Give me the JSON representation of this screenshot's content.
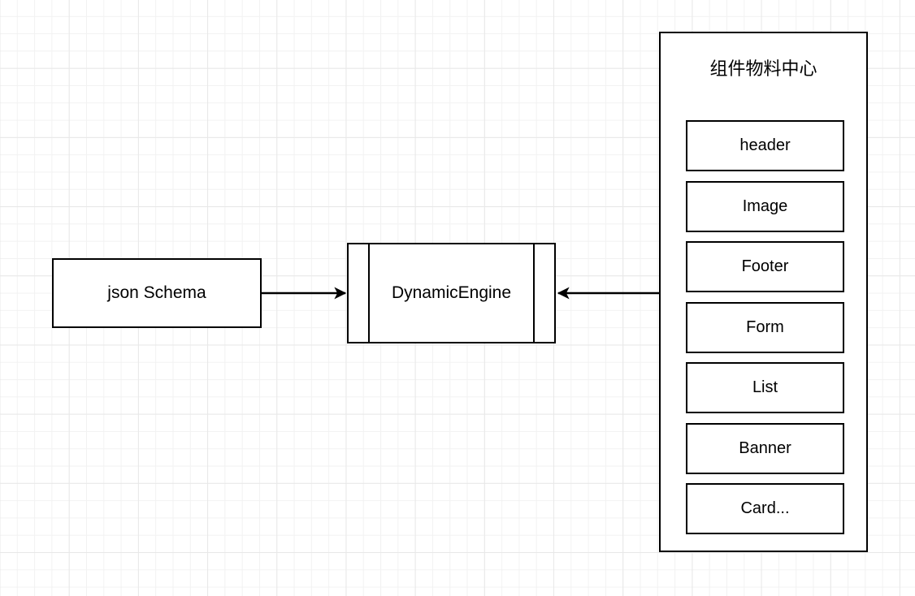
{
  "diagram": {
    "title_hidden": "",
    "background": {
      "grid": "graph-paper",
      "minor_color": "#f2f2f2",
      "major_color": "#e8e8e8",
      "page_color": "#ffffff"
    },
    "stroke_color": "#000000",
    "nodes": {
      "json_schema": {
        "label": "json Schema"
      },
      "dynamic_engine": {
        "label": "DynamicEngine"
      },
      "material_center": {
        "title": "组件物料中心",
        "components": [
          {
            "label": "header"
          },
          {
            "label": "Image"
          },
          {
            "label": "Footer"
          },
          {
            "label": "Form"
          },
          {
            "label": "List"
          },
          {
            "label": "Banner"
          },
          {
            "label": "Card..."
          }
        ]
      }
    },
    "edges": [
      {
        "name": "json-schema-to-engine",
        "from": "json Schema",
        "to": "DynamicEngine",
        "direction": "right",
        "label": ""
      },
      {
        "name": "material-center-to-engine",
        "from": "组件物料中心",
        "to": "DynamicEngine",
        "direction": "left",
        "label": ""
      }
    ]
  }
}
